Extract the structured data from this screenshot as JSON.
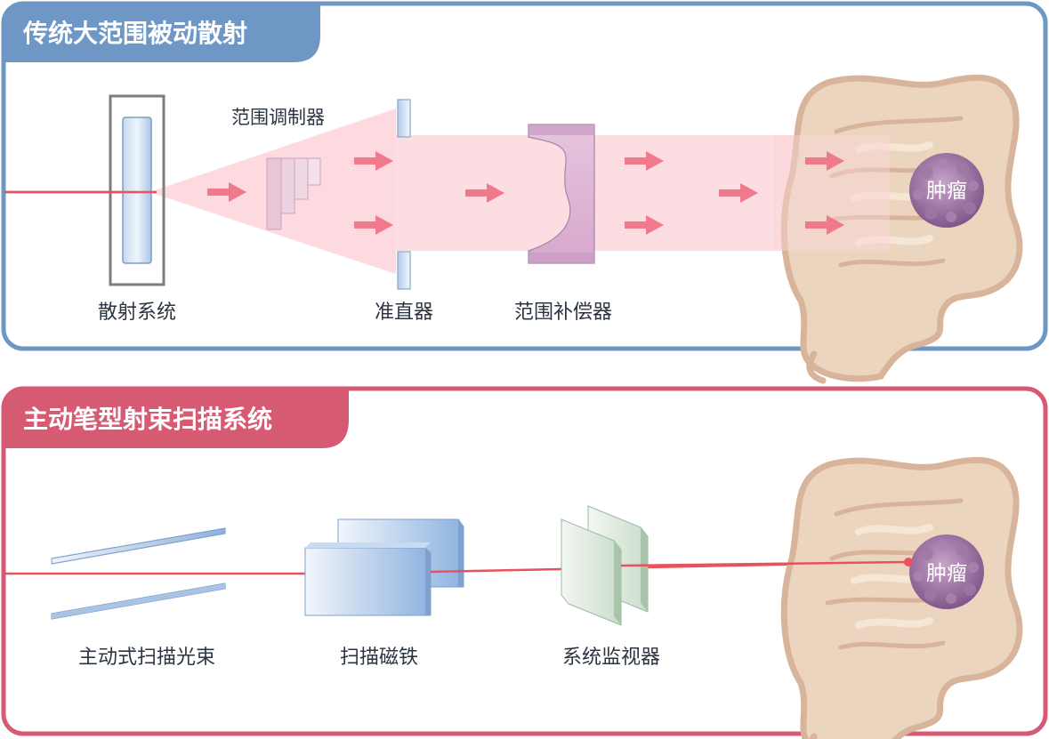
{
  "colors": {
    "passive_accent": "#6f97c6",
    "active_accent": "#d65a72",
    "beam": "#e8525f",
    "arrow": "#f07a8c",
    "scatter_cone": "#fbd4da",
    "compensator": "#d9a9cf",
    "intestine": "#ecd5bf",
    "intestine_outline": "#d7b49a",
    "tumor": "#8c5f92"
  },
  "passive": {
    "title": "传统大范围被动散射",
    "scatter_system_label": "散射系统",
    "range_modulator_label": "范围调制器",
    "collimator_label": "准直器",
    "range_compensator_label": "范围补偿器",
    "tumor_label": "肿瘤"
  },
  "active": {
    "title": "主动笔型射束扫描系统",
    "active_beam_label": "主动式扫描光束",
    "scan_magnet_label": "扫描磁铁",
    "monitor_label": "系统监视器",
    "tumor_label": "肿瘤"
  }
}
